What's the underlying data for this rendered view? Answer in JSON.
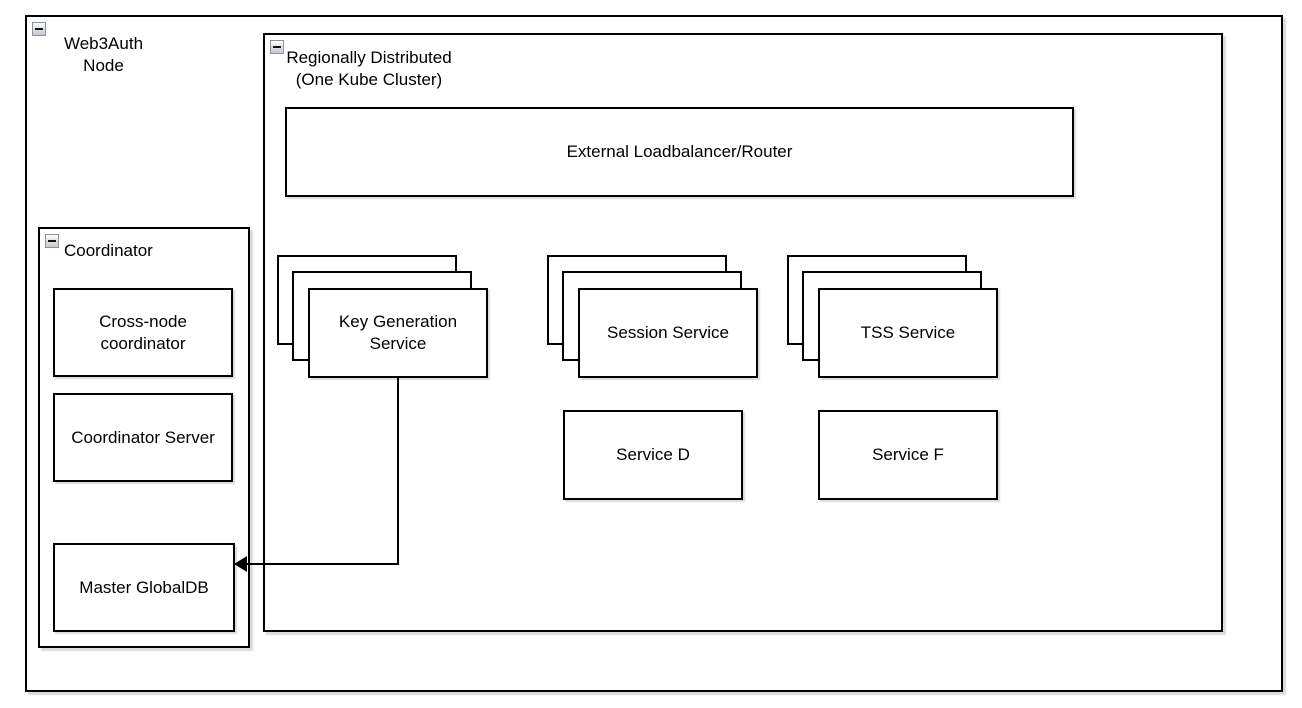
{
  "containers": {
    "web3auth": {
      "label": "Web3Auth\nNode"
    },
    "region": {
      "label": "Regionally Distributed\n(One Kube Cluster)"
    },
    "coordinator": {
      "label": "Coordinator"
    }
  },
  "nodes": {
    "loadbalancer": {
      "label": "External Loadbalancer/Router"
    },
    "key_generation": {
      "label": "Key Generation\nService",
      "replicas": 3
    },
    "session": {
      "label": "Session Service",
      "replicas": 3
    },
    "tss": {
      "label": "TSS Service",
      "replicas": 3
    },
    "service_d": {
      "label": "Service D"
    },
    "service_f": {
      "label": "Service F"
    },
    "cross_node": {
      "label": "Cross-node\ncoordinator"
    },
    "coordinator_server": {
      "label": "Coordinator Server"
    },
    "master_globaldb": {
      "label": "Master GlobalDB"
    }
  },
  "edges": [
    {
      "from": "Key Generation Service",
      "to": "Master GlobalDB",
      "style": "orthogonal",
      "arrowhead": "filled-left"
    }
  ],
  "icons": {
    "collapse": "collapse-minus-icon"
  },
  "colors": {
    "stroke": "#000000",
    "fill": "#ffffff",
    "collapse_border": "#8c929a"
  }
}
